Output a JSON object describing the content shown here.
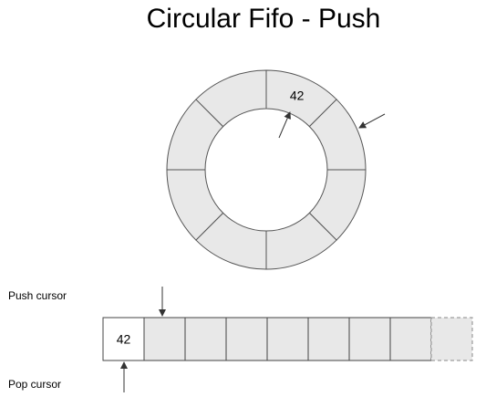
{
  "title": "Circular Fifo - Push",
  "ring": {
    "segment_count": 8,
    "values": [
      "42",
      "",
      "",
      "",
      "",
      "",
      "",
      ""
    ],
    "fill_color": "#e8e8e8",
    "stroke_color": "#555555"
  },
  "push_cursor": {
    "label": "Push cursor"
  },
  "pop_cursor": {
    "label": "Pop cursor"
  },
  "buffer": {
    "cells": [
      "42",
      "",
      "",
      "",
      "",
      "",
      "",
      ""
    ],
    "extra_cell_style": "dashed",
    "fill_color": "#e8e8e8",
    "stroke_color": "#444444"
  }
}
